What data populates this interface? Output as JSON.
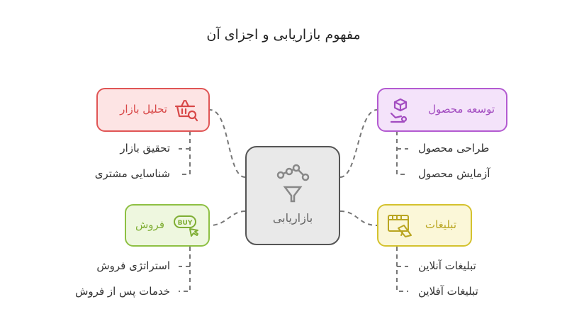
{
  "title": "مفهوم بازاریابی و اجزای آن",
  "center": {
    "label": "بازاریابی",
    "icon": "funnel-network-icon"
  },
  "nodes": {
    "market_analysis": {
      "label": "تحلیل بازار",
      "icon": "basket-search-icon",
      "color": "#e05555",
      "fill": "#fde4e4",
      "items": [
        "تحقیق بازار",
        "شناسایی مشتری"
      ]
    },
    "product_dev": {
      "label": "توسعه محصول",
      "icon": "product-robot-arm-icon",
      "color": "#b35ad1",
      "fill": "#f4e3fa",
      "items": [
        "طراحی محصول",
        "آزمایش محصول"
      ]
    },
    "sales": {
      "label": "فروش",
      "icon": "buy-badge-icon",
      "color": "#8ec043",
      "fill": "#eef7df",
      "items": [
        "استراتژی فروش",
        "خدمات پس از فروش"
      ]
    },
    "advertising": {
      "label": "تبلیغات",
      "icon": "megaphone-screen-icon",
      "color": "#d4c22e",
      "fill": "#fbf7d8",
      "items": [
        "تبلیغات آنلاین",
        "تبلیغات آفلاین"
      ]
    }
  }
}
